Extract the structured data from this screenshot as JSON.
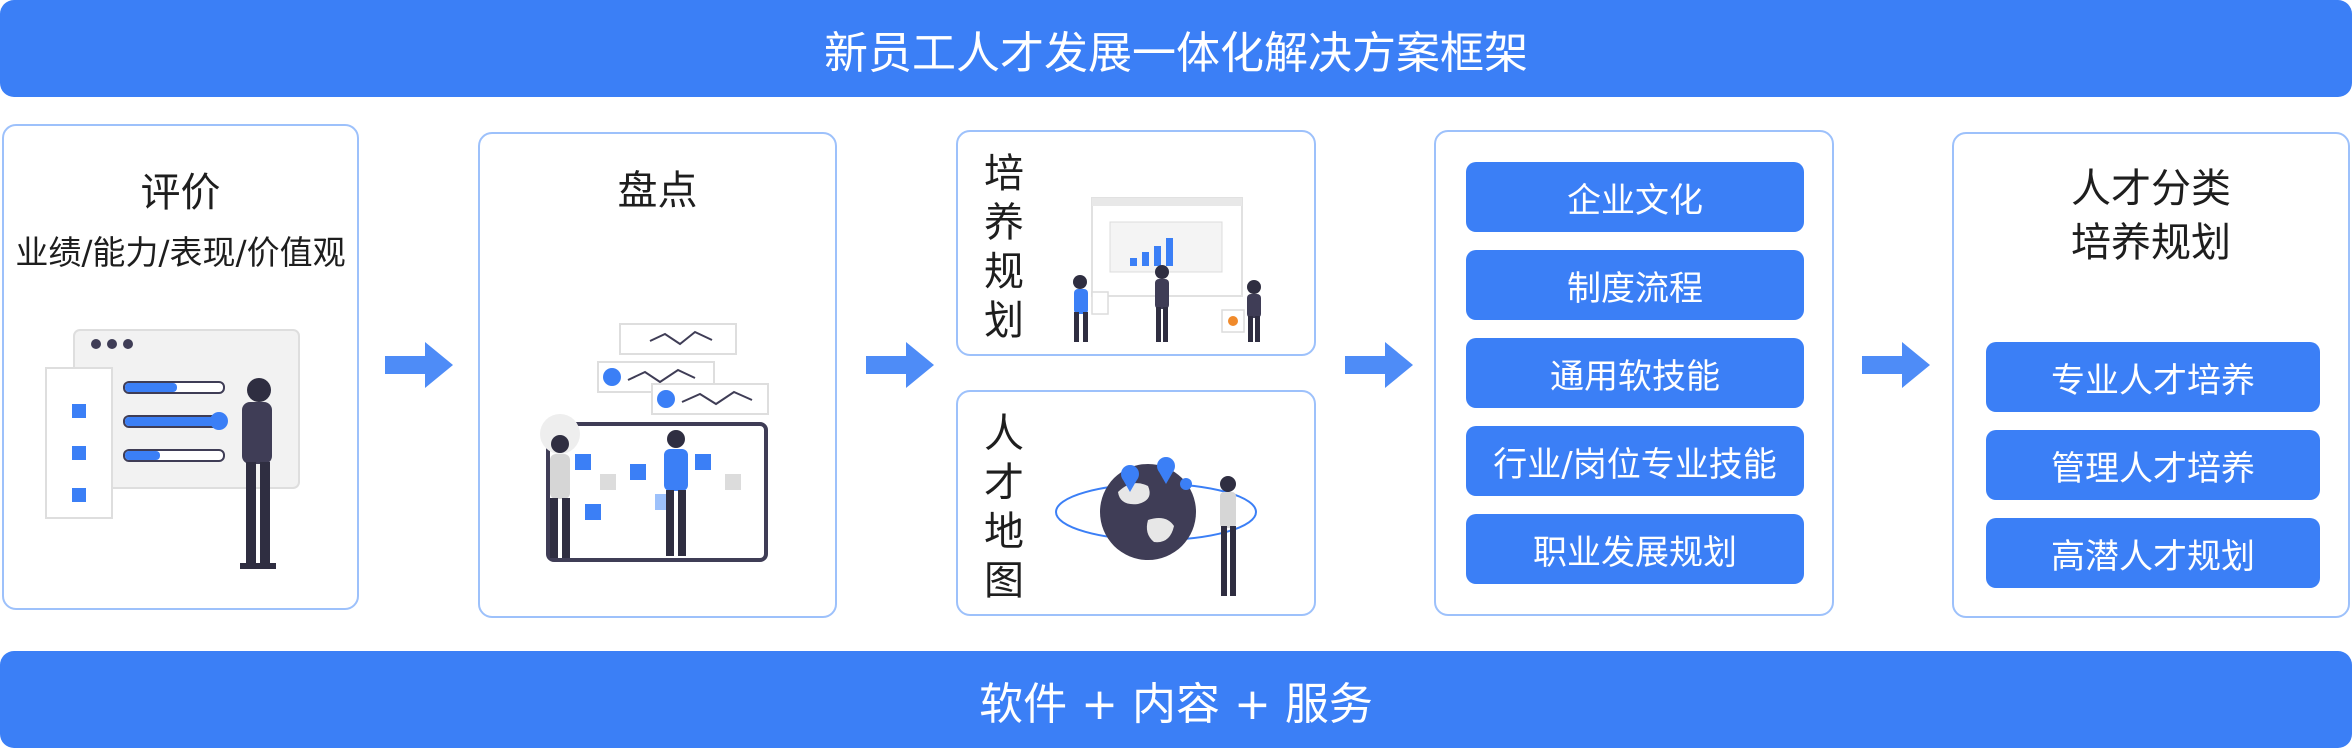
{
  "header": {
    "title": "新员工人才发展一体化解决方案框架"
  },
  "footer": {
    "title": "软件 + 内容 + 服务"
  },
  "panels": {
    "evaluation": {
      "title": "评价",
      "subtitle": "业绩/能力/表现/价值观"
    },
    "inventory": {
      "title": "盘点"
    },
    "training_plan": {
      "title": "培养规划",
      "chars": [
        "培",
        "养",
        "规",
        "划"
      ]
    },
    "talent_map": {
      "title": "人才地图",
      "chars": [
        "人",
        "才",
        "地",
        "图"
      ]
    },
    "content": {
      "items": [
        "企业文化",
        "制度流程",
        "通用软技能",
        "行业/岗位专业技能",
        "职业发展规划"
      ]
    },
    "classification": {
      "title_line1": "人才分类",
      "title_line2": "培养规划",
      "items": [
        "专业人才培养",
        "管理人才培养",
        "高潜人才规划"
      ]
    }
  },
  "colors": {
    "primary": "#3b7ff6",
    "panel_border": "#9dc1fb",
    "arrow": "#3b7ff6"
  }
}
